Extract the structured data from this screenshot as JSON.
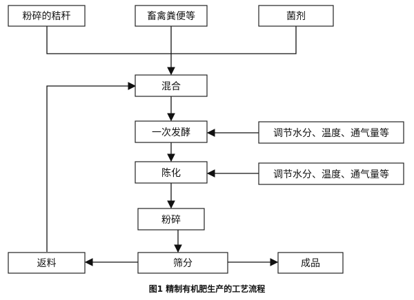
{
  "diagram": {
    "nodes": {
      "straw": "粉碎的秸秆",
      "manure": "畜禽粪便等",
      "microbe": "菌剂",
      "mix": "混合",
      "primary_fermentation": "一次发酵",
      "adjust_1": "调节水分、温度、通气量等",
      "aging": "陈化",
      "adjust_2": "调节水分、温度、通气量等",
      "crushing": "粉碎",
      "screening": "筛分",
      "returned_material": "返料",
      "finished_product": "成品"
    },
    "edges": [
      {
        "from": "straw",
        "to": "mix"
      },
      {
        "from": "manure",
        "to": "mix"
      },
      {
        "from": "microbe",
        "to": "mix"
      },
      {
        "from": "mix",
        "to": "primary_fermentation"
      },
      {
        "from": "adjust_1",
        "to": "primary_fermentation"
      },
      {
        "from": "primary_fermentation",
        "to": "aging"
      },
      {
        "from": "adjust_2",
        "to": "aging"
      },
      {
        "from": "aging",
        "to": "crushing"
      },
      {
        "from": "crushing",
        "to": "screening"
      },
      {
        "from": "screening",
        "to": "returned_material"
      },
      {
        "from": "screening",
        "to": "finished_product"
      },
      {
        "from": "returned_material",
        "to": "mix"
      }
    ],
    "caption": "图1  精制有机肥生产的工艺流程"
  }
}
